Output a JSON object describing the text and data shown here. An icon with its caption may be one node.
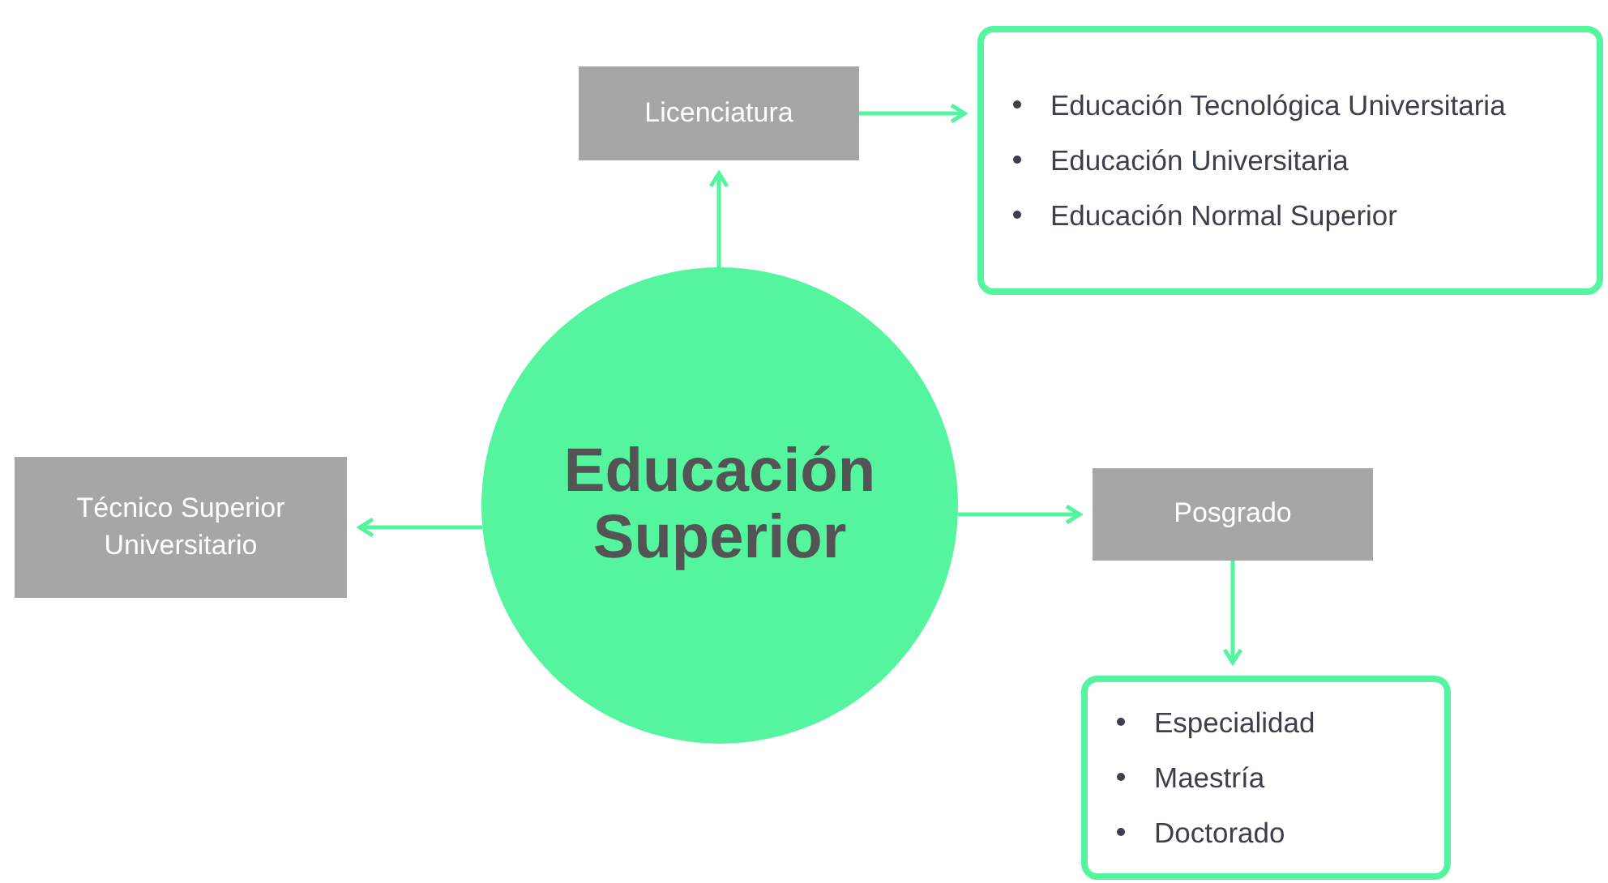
{
  "diagram": {
    "nodes": [
      {
        "text": [
          "Educación Superior"
        ]
      },
      {
        "text": [
          "Licenciatura"
        ]
      },
      {
        "text": [
          "Educación Tecnológica Universitaria",
          "Educación Universitaria",
          "Educación Normal Superior"
        ]
      },
      {
        "text": [
          "Técnico Superior Universitario"
        ]
      },
      {
        "text": [
          "Posgrado"
        ]
      },
      {
        "text": [
          "Especialidad",
          "Maestría",
          "Doctorado"
        ]
      }
    ],
    "edges": [
      {
        "from": 0,
        "to": 1,
        "arrow": "to"
      },
      {
        "from": 1,
        "to": 2,
        "arrow": "to"
      },
      {
        "from": 0,
        "to": 3,
        "arrow": "to"
      },
      {
        "from": 0,
        "to": 4,
        "arrow": "to"
      },
      {
        "from": 4,
        "to": 5,
        "arrow": "to"
      }
    ]
  }
}
